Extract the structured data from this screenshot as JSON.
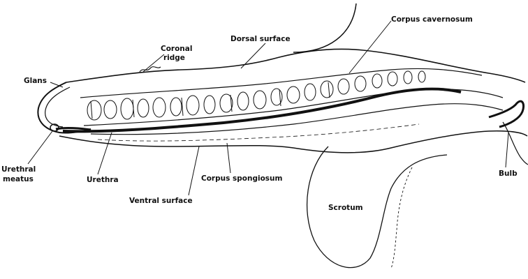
{
  "labels": {
    "corpus_cavernosum": "Corpus cavernosum",
    "dorsal_surface": "Dorsal surface",
    "coronal_ridge_line1": "Coronal",
    "coronal_ridge_line2": "ridge",
    "glans": "Glans",
    "urethral_meatus_line1": "Urethral",
    "urethral_meatus_line2": "meatus",
    "urethra": "Urethra",
    "corpus_spongiosum": "Corpus spongiosum",
    "ventral_surface": "Ventral surface",
    "bulb": "Bulb",
    "scrotum": "Scrotum"
  },
  "colors": {
    "ink": "#111111",
    "background": "#ffffff"
  }
}
